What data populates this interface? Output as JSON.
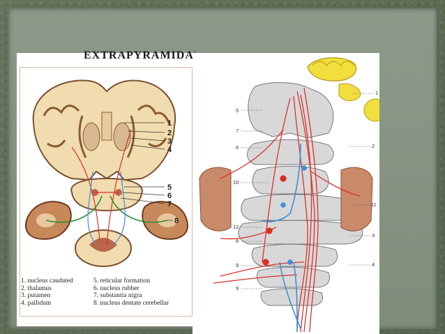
{
  "slide": {
    "title": "EXTRAPYRAMIDAL"
  },
  "left_figure": {
    "callouts": [
      "1",
      "2",
      "3",
      "4",
      "5",
      "6",
      "7",
      "8"
    ],
    "legend_col1": [
      "1. nucleus caudated",
      "2. thalamus",
      "3. putamen",
      "4. pallidum"
    ],
    "legend_col2": [
      "5. reticular formation",
      "6. nucleus rubber",
      "7. substantia nigra",
      "8. nucleus dentate cerebellar"
    ]
  },
  "right_figure": {
    "labels": [
      "5",
      "7",
      "6",
      "10",
      "12",
      "8",
      "9",
      "9",
      "1",
      "2",
      "11",
      "3",
      "4"
    ]
  },
  "colors": {
    "pathway_red": "#d9302a",
    "pathway_blue": "#3d8fd8",
    "pathway_green": "#2f8a3a",
    "brain_tissue": "#f0dcae",
    "cerebellum_yellow": "#f2de3c"
  }
}
